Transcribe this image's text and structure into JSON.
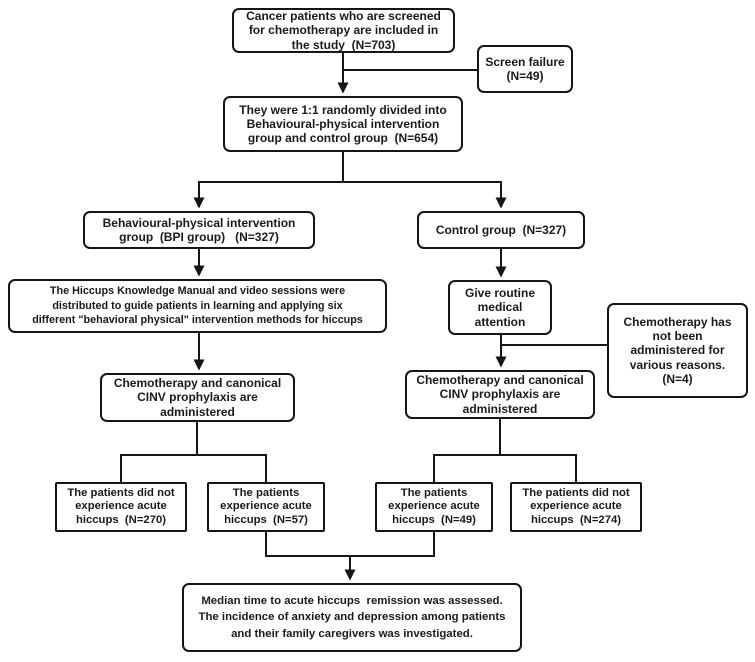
{
  "diagram": {
    "type": "flowchart",
    "description": "CONSORT-style patient flow diagram for a behavioural-physical intervention hiccups study",
    "colors": {
      "background": "#ffffff",
      "box_background": "#ffffff",
      "box_border": "#151515",
      "line": "#151515",
      "text": "#1a1a1a"
    },
    "nodes": {
      "screened": {
        "label": "Cancer patients who are screened\nfor chemotherapy are included in\nthe study  (N=703)"
      },
      "screen_failure": {
        "label": "Screen failure\n(N=49)"
      },
      "randomized": {
        "label": "They were 1:1 randomly divided into\nBehavioural-physical intervention\ngroup and control group  (N=654)"
      },
      "bpi_group": {
        "label": "Behavioural-physical intervention\ngroup  (BPI group)   (N=327)"
      },
      "control_group": {
        "label": "Control group  (N=327)"
      },
      "manual": {
        "label": "The Hiccups Knowledge Manual and video sessions were\ndistributed to guide patients in learning and applying six\ndifferent \"behavioral physical\" intervention methods for hiccups"
      },
      "routine_care": {
        "label": "Give routine\nmedical\nattention"
      },
      "chemo_not_administered": {
        "label": "Chemotherapy has\nnot been\nadministered for\nvarious reasons.\n(N=4)"
      },
      "cinv_left": {
        "label": "Chemotherapy and canonical\nCINV prophylaxis are\nadministered"
      },
      "cinv_right": {
        "label": "Chemotherapy and canonical\nCINV prophylaxis are\nadministered"
      },
      "bpi_no_hiccups": {
        "label": "The patients did not\nexperience acute\nhiccups  (N=270)"
      },
      "bpi_hiccups": {
        "label": "The patients\nexperience acute\nhiccups  (N=57)"
      },
      "ctrl_hiccups": {
        "label": "The patients\nexperience acute\nhiccups  (N=49)"
      },
      "ctrl_no_hiccups": {
        "label": "The patients did not\nexperience acute\nhiccups  (N=274)"
      },
      "outcome": {
        "label": "Median time to acute hiccups  remission was assessed.\nThe incidence of anxiety and depression among patients\nand their family caregivers was investigated."
      }
    },
    "counts": {
      "screened": 703,
      "screen_failure": 49,
      "randomized": 654,
      "bpi_group": 327,
      "control_group": 327,
      "chemo_not_administered": 4,
      "bpi_no_acute_hiccups": 270,
      "bpi_acute_hiccups": 57,
      "control_acute_hiccups": 49,
      "control_no_acute_hiccups": 274
    },
    "edges": [
      {
        "from": "screened",
        "to": "randomized",
        "arrow": true
      },
      {
        "from": "screened",
        "to": "screen_failure",
        "arrow": false
      },
      {
        "from": "randomized",
        "to": "bpi_group",
        "arrow": true
      },
      {
        "from": "randomized",
        "to": "control_group",
        "arrow": true
      },
      {
        "from": "bpi_group",
        "to": "manual",
        "arrow": true
      },
      {
        "from": "control_group",
        "to": "routine_care",
        "arrow": true
      },
      {
        "from": "manual",
        "to": "cinv_left",
        "arrow": true
      },
      {
        "from": "routine_care",
        "to": "cinv_right",
        "arrow": true
      },
      {
        "from": "routine_care",
        "to": "chemo_not_administered",
        "arrow": false
      },
      {
        "from": "cinv_left",
        "to": "bpi_no_hiccups",
        "arrow": false
      },
      {
        "from": "cinv_left",
        "to": "bpi_hiccups",
        "arrow": false
      },
      {
        "from": "cinv_right",
        "to": "ctrl_hiccups",
        "arrow": false
      },
      {
        "from": "cinv_right",
        "to": "ctrl_no_hiccups",
        "arrow": false
      },
      {
        "from": "bpi_hiccups",
        "to": "outcome",
        "arrow": true
      },
      {
        "from": "ctrl_hiccups",
        "to": "outcome",
        "arrow": true
      }
    ]
  }
}
